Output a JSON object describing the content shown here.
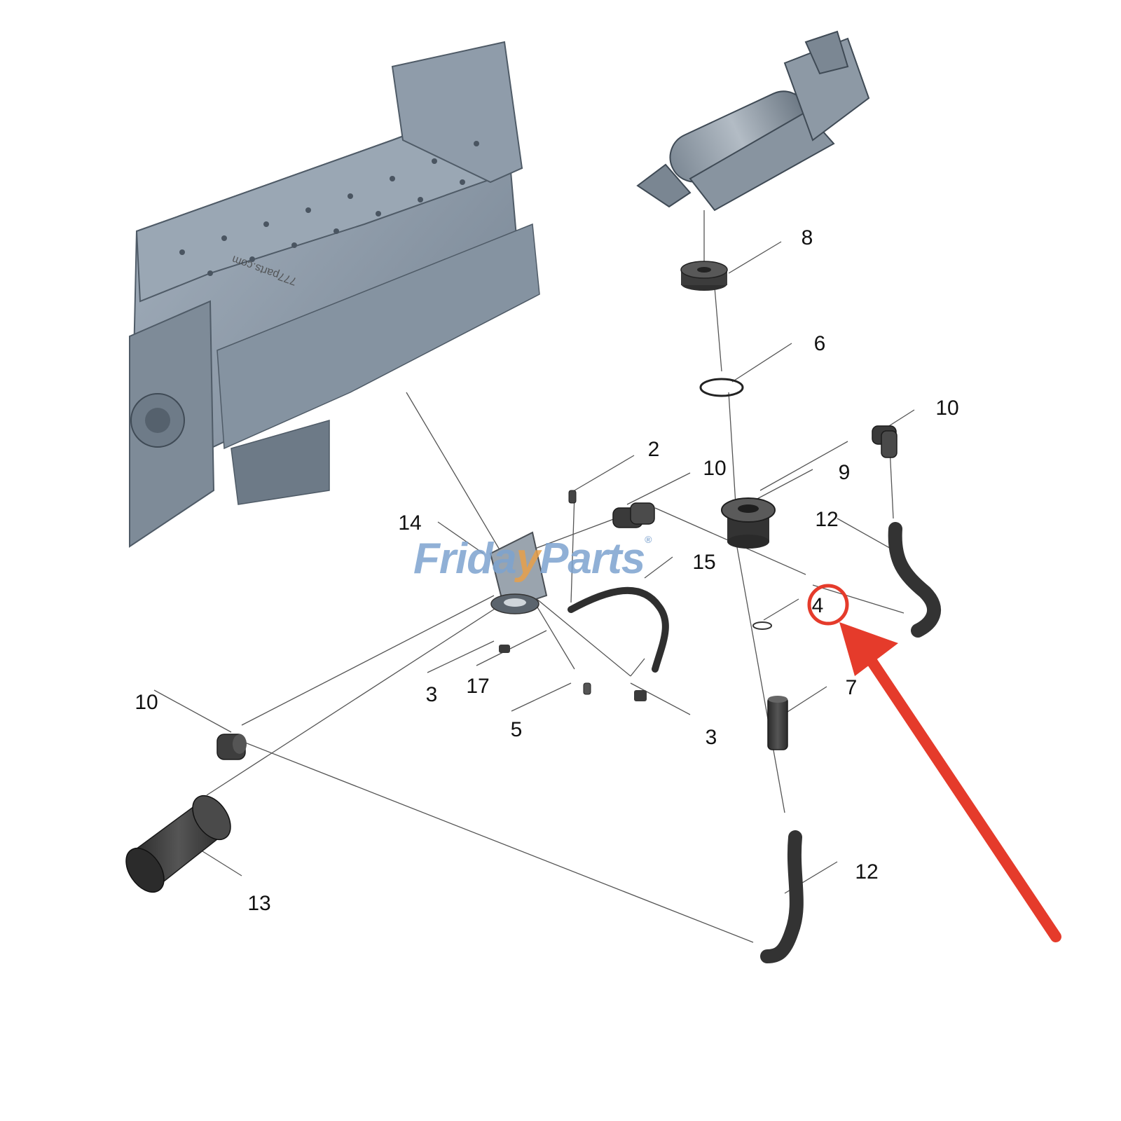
{
  "labels": {
    "l2": "2",
    "l3a": "3",
    "l3b": "3",
    "l4": "4",
    "l5": "5",
    "l6": "6",
    "l7": "7",
    "l8": "8",
    "l9": "9",
    "l10a": "10",
    "l10b": "10",
    "l10c": "10",
    "l12a": "12",
    "l12b": "12",
    "l13": "13",
    "l14": "14",
    "l15": "15",
    "l17": "17"
  },
  "watermark": {
    "part1": "Frida",
    "part2": "y",
    "part3": "Parts",
    "reg": "®"
  },
  "watermark_small": "777parts.com",
  "colors": {
    "engine": "#8d9aa8",
    "engine_dark": "#5f6d7b",
    "part": "#3a3a3a",
    "highlight": "#e53b2b",
    "leader": "#555555"
  }
}
